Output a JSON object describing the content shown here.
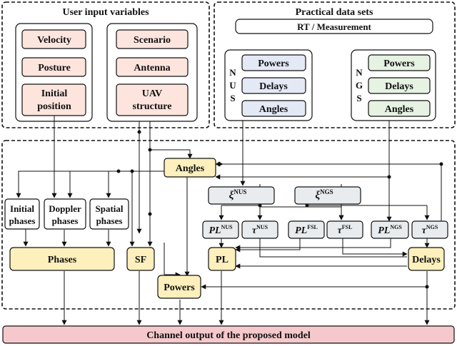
{
  "title_user": "User input variables",
  "title_practical": "Practical data sets",
  "rt": "RT / Measurement",
  "nus_letters": [
    "N",
    "U",
    "S"
  ],
  "ngs_letters": [
    "N",
    "G",
    "S"
  ],
  "user_left": [
    "Velocity",
    "Posture",
    "Initial",
    "position"
  ],
  "user_right": [
    "Scenario",
    "Antenna",
    "UAV",
    "structure"
  ],
  "nus_items": [
    "Powers",
    "Delays",
    "Angles"
  ],
  "ngs_items": [
    "Powers",
    "Delays",
    "Angles"
  ],
  "angles": "Angles",
  "xi": "ξ",
  "sup_nus": "NUS",
  "sup_ngs": "NGS",
  "sup_fsl": "FSL",
  "pl": "PL",
  "tau": "τ",
  "initial_phases": [
    "Initial",
    "phases"
  ],
  "doppler_phases": [
    "Doppler",
    "phases"
  ],
  "spatial_phases": [
    "Spatial",
    "phases"
  ],
  "phases": "Phases",
  "sf": "SF",
  "pl_box": "PL",
  "delays": "Delays",
  "powers": "Powers",
  "output": "Channel output of the proposed model",
  "colors": {
    "pink": "#fde5de",
    "blue": "#e4e9f6",
    "green": "#e6f2e2",
    "yellow": "#fdf0bd",
    "gray": "#e9ecef",
    "output": "#f5c9cc"
  }
}
